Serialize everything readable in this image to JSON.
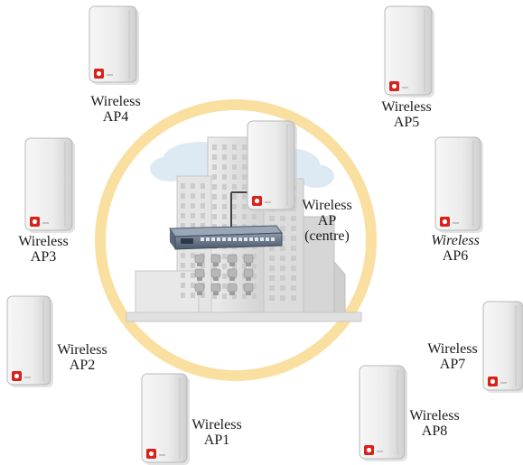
{
  "diagram": {
    "colors": {
      "ring": "#f9dfa0",
      "ap_body": "#ebebeb",
      "ap_edge": "#b9b9b9",
      "logo": "#d9201a",
      "building": "#dedede",
      "sky": "#dde9f3",
      "switch": "#5e6f85"
    },
    "icons": {
      "access_point": "wireless-access-point-icon",
      "building": "office-building-icon",
      "switch": "network-switch-icon",
      "ring": "coverage-ring"
    },
    "access_points": [
      {
        "id": "ap4",
        "line1": "Wireless",
        "line2": "AP4"
      },
      {
        "id": "ap5",
        "line1": "Wireless",
        "line2": "AP5"
      },
      {
        "id": "ap3",
        "line1": "Wireless",
        "line2": "AP3"
      },
      {
        "id": "ap6",
        "line1": "Wireless",
        "line2": "AP6"
      },
      {
        "id": "ap2",
        "line1": "Wireless",
        "line2": "AP2"
      },
      {
        "id": "ap7",
        "line1": "Wireless",
        "line2": "AP7"
      },
      {
        "id": "ap1",
        "line1": "Wireless",
        "line2": "AP1"
      },
      {
        "id": "ap8",
        "line1": "Wireless",
        "line2": "AP8"
      }
    ],
    "centre": {
      "line1": "Wireless",
      "line2": "AP",
      "line3": "(centre)"
    }
  }
}
